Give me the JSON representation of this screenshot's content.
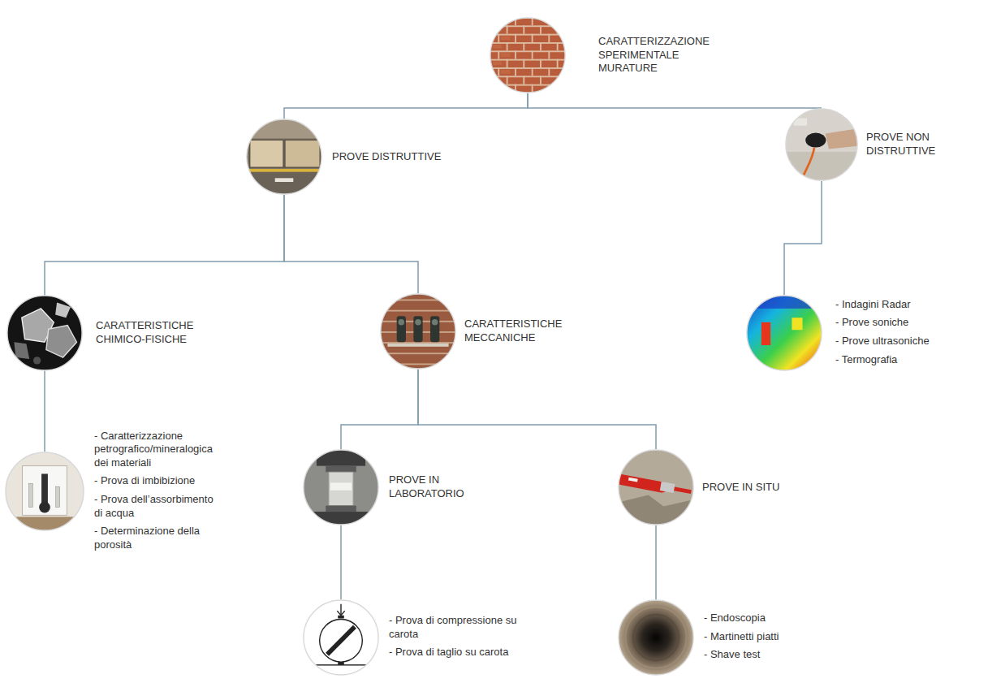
{
  "diagram": {
    "nodes": [
      {
        "text": [
          "CARATTERIZZAZIONE SPERIMENTALE MURATURE"
        ]
      },
      {
        "text": [
          "PROVE DISTRUTTIVE"
        ]
      },
      {
        "text": [
          "PROVE NON DISTRUTTIVE"
        ]
      },
      {
        "text": [
          "CARATTERISTICHE CHIMICO-FISICHE"
        ]
      },
      {
        "text": [
          "CARATTERISTICHE MECCANICHE"
        ]
      },
      {
        "text": [
          "- Indagini Radar",
          "- Prove soniche",
          "- Prove ultrasoniche",
          "- Termografia"
        ]
      },
      {
        "text": [
          "- Caratterizzazione petrografico/mineralogica dei materiali",
          "- Prova di imbibizione",
          "- Prova dell’assorbimento di acqua",
          "- Determinazione della porosità"
        ]
      },
      {
        "text": [
          "PROVE IN LABORATORIO"
        ]
      },
      {
        "text": [
          "PROVE IN SITU"
        ]
      },
      {
        "text": [
          "- Prova di compressione su carota",
          "- Prova di taglio su carota"
        ]
      },
      {
        "text": [
          "- Endoscopia",
          "- Martinetti piatti",
          "- Shave test"
        ]
      }
    ],
    "edges": [
      {
        "from": 0,
        "to": 1,
        "arrow": "none"
      },
      {
        "from": 0,
        "to": 2,
        "arrow": "none"
      },
      {
        "from": 1,
        "to": 3,
        "arrow": "none"
      },
      {
        "from": 1,
        "to": 4,
        "arrow": "none"
      },
      {
        "from": 2,
        "to": 5,
        "arrow": "none"
      },
      {
        "from": 3,
        "to": 6,
        "arrow": "none"
      },
      {
        "from": 4,
        "to": 7,
        "arrow": "none"
      },
      {
        "from": 4,
        "to": 8,
        "arrow": "none"
      },
      {
        "from": 7,
        "to": 9,
        "arrow": "none"
      },
      {
        "from": 8,
        "to": 10,
        "arrow": "none"
      }
    ]
  }
}
